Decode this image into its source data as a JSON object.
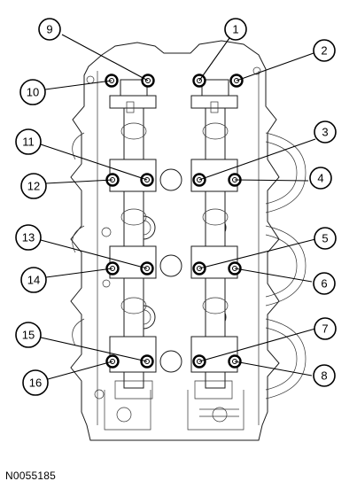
{
  "figure_id": "N0055185",
  "callouts": [
    {
      "label": "1"
    },
    {
      "label": "2"
    },
    {
      "label": "3"
    },
    {
      "label": "4"
    },
    {
      "label": "5"
    },
    {
      "label": "6"
    },
    {
      "label": "7"
    },
    {
      "label": "8"
    },
    {
      "label": "9"
    },
    {
      "label": "10"
    },
    {
      "label": "11"
    },
    {
      "label": "12"
    },
    {
      "label": "13"
    },
    {
      "label": "14"
    },
    {
      "label": "15"
    },
    {
      "label": "16"
    }
  ]
}
